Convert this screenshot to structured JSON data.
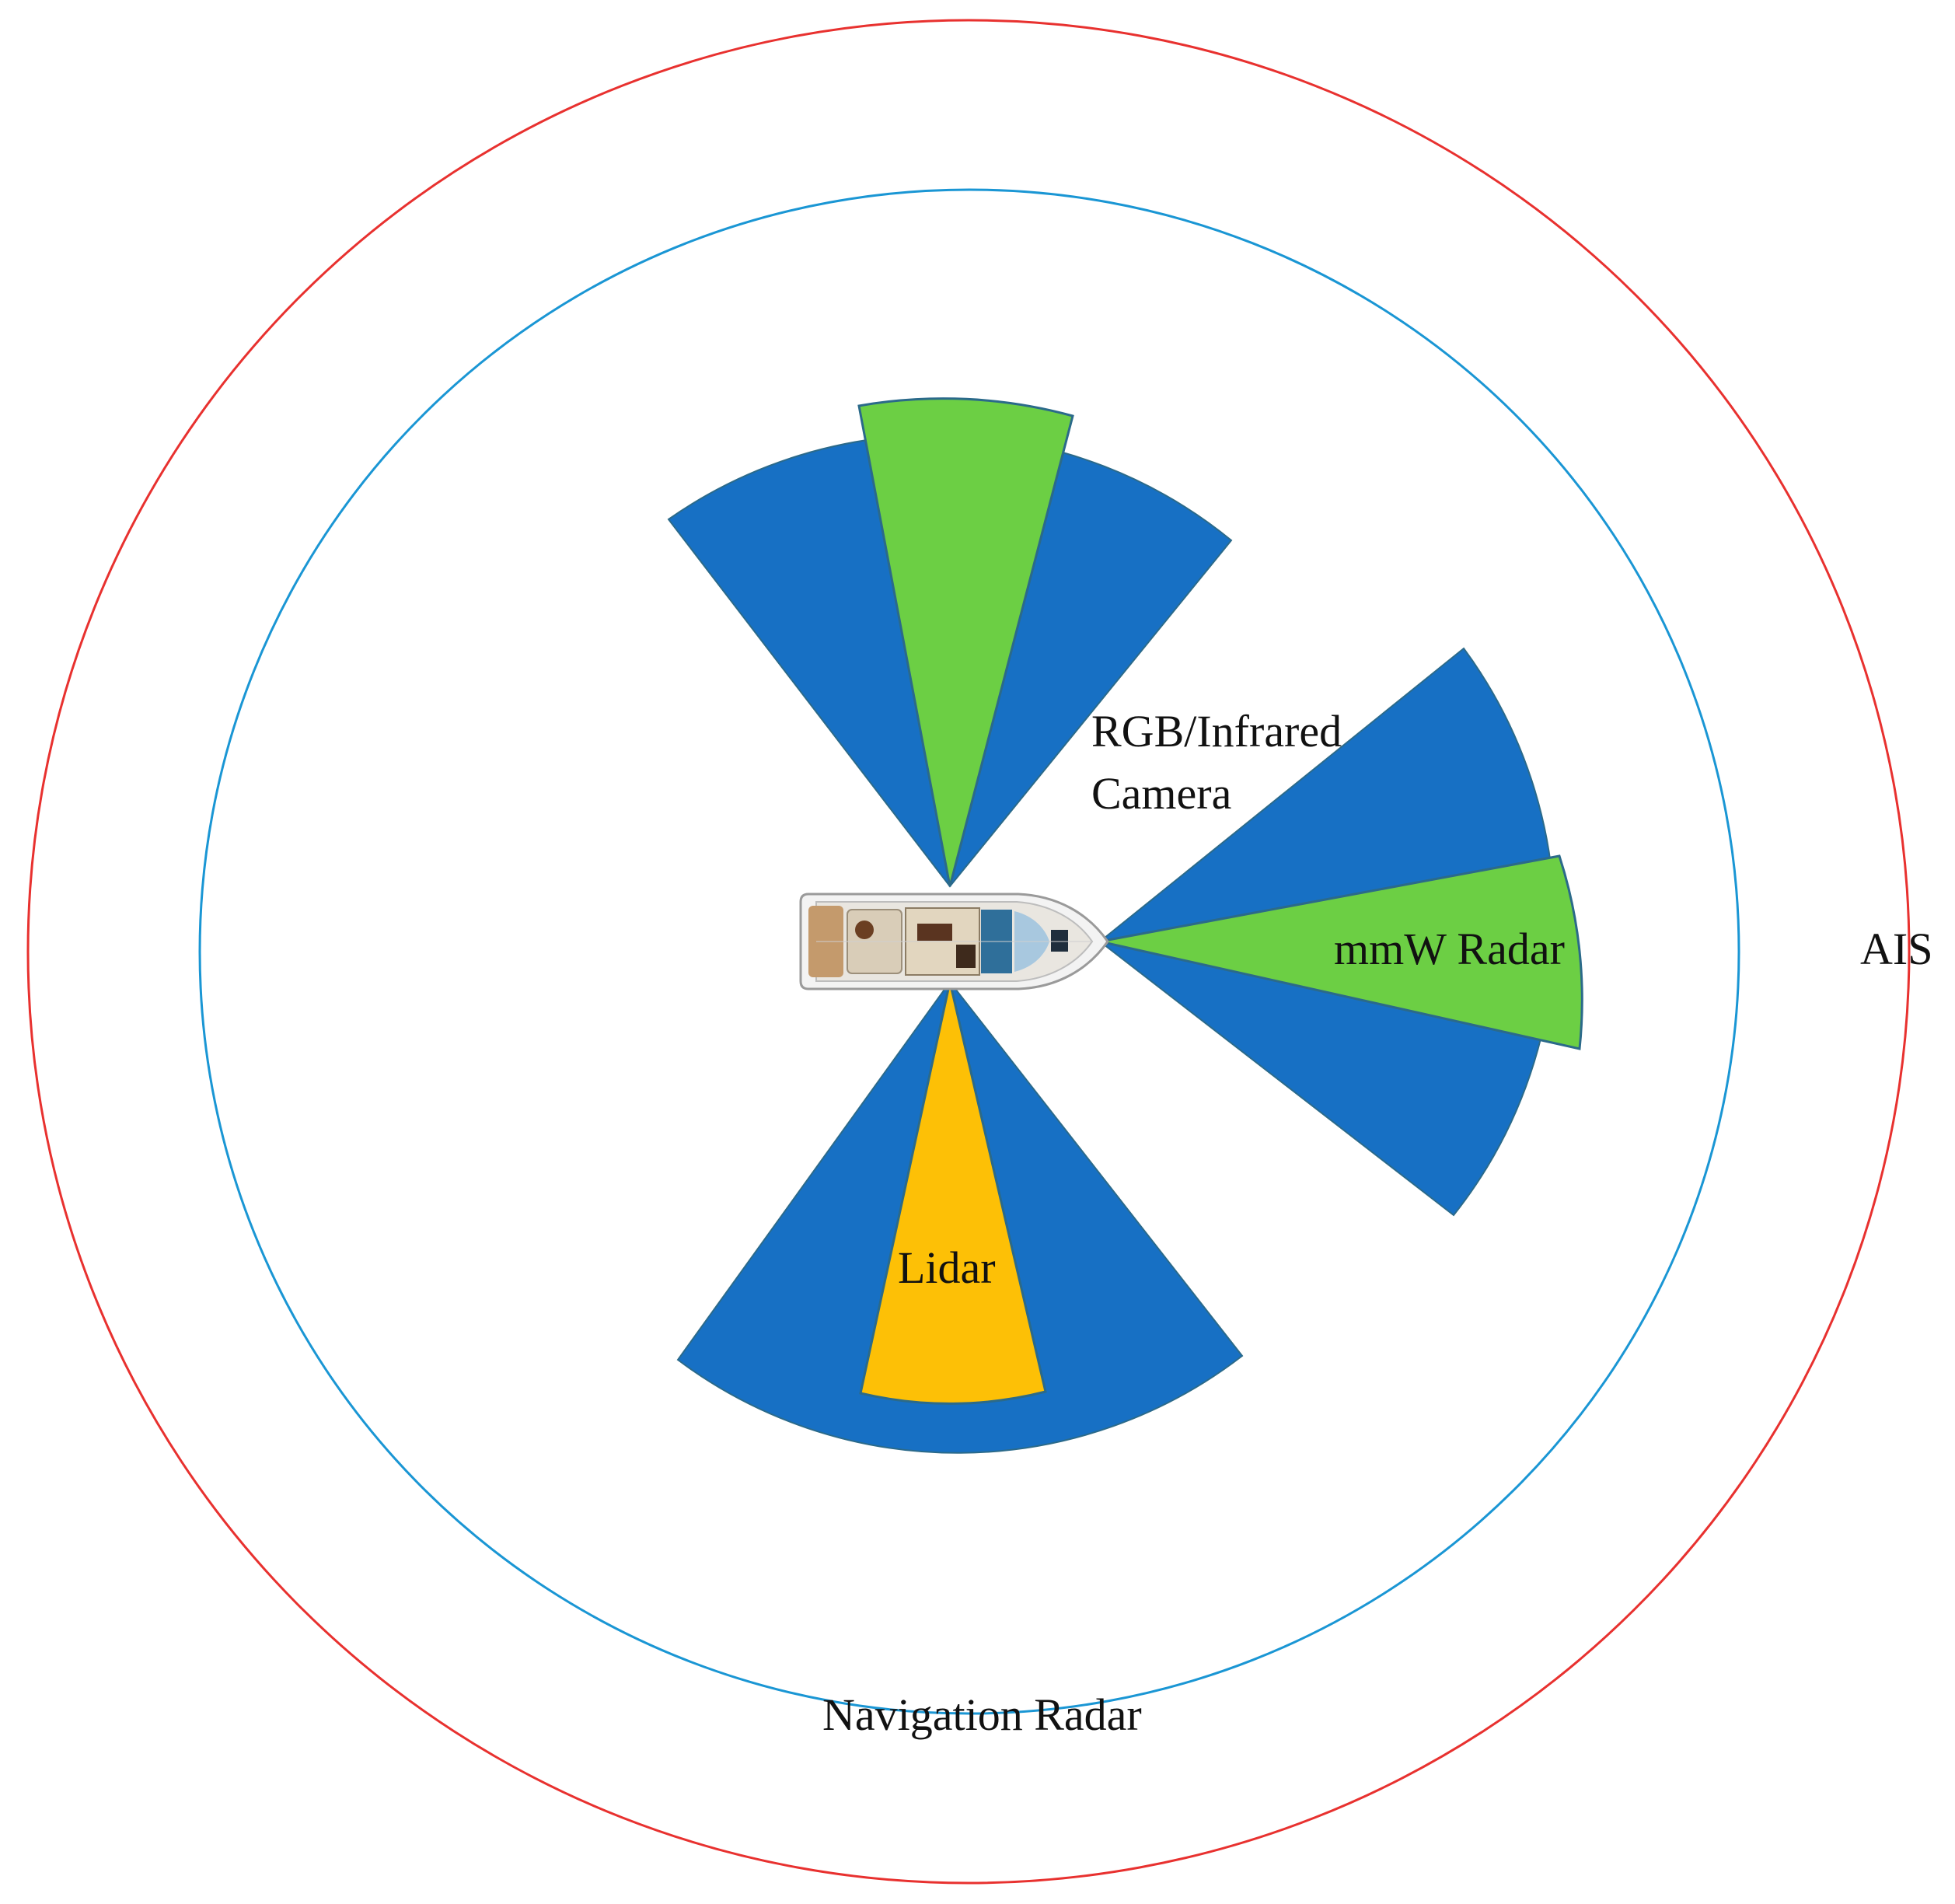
{
  "labels": {
    "camera_line1": "RGB/Infrared",
    "camera_line2": "Camera",
    "mmw_radar": "mmW Radar",
    "lidar": "Lidar",
    "navigation_radar": "Navigation Radar",
    "ais": "AIS"
  },
  "colors": {
    "ais_ring": "#e8312f",
    "navigation_radar_ring": "#1a96d4",
    "wide_sector": "#1770c4",
    "camera_sector": "#6ccf44",
    "mmw_radar_sector": "#6ccf44",
    "lidar_sector": "#fdc006",
    "sector_outline": "#2b6a8a"
  },
  "icons": {
    "vessel": "motor-yacht-top-view-icon"
  }
}
